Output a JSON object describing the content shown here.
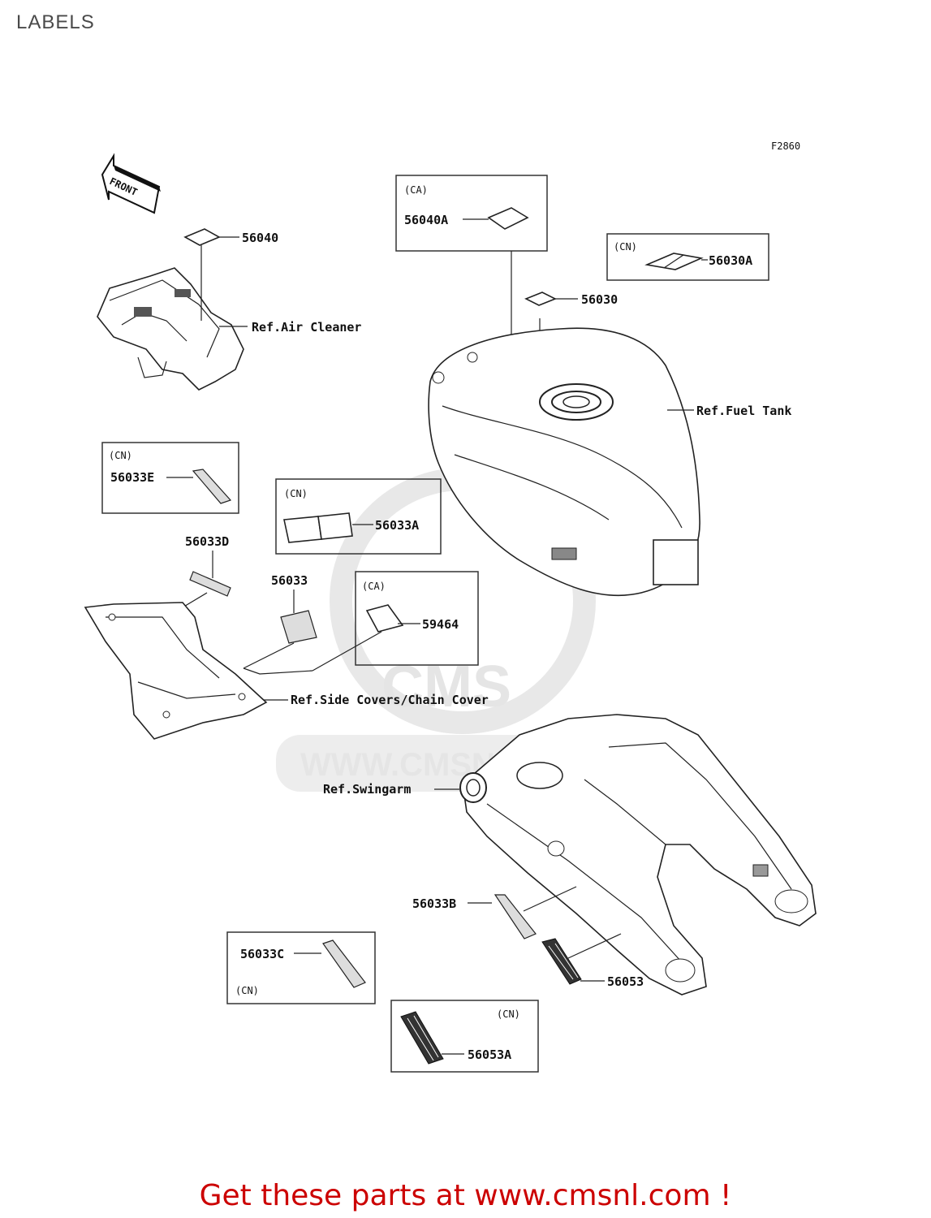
{
  "page": {
    "title": "LABELS",
    "figure_code": "F2860",
    "front_marker": "FRONT",
    "cta": "Get these parts at www.cmsnl.com !"
  },
  "watermark": {
    "brand": "CMS",
    "url": "WWW.CMSNL.COM"
  },
  "refs": {
    "air_cleaner": "Ref.Air Cleaner",
    "fuel_tank": "Ref.Fuel Tank",
    "side_covers": "Ref.Side Covers/Chain Cover",
    "swingarm": "Ref.Swingarm"
  },
  "parts": {
    "p56040": "56040",
    "p56040A": "56040A",
    "p56030A": "56030A",
    "p56030": "56030",
    "p56033E": "56033E",
    "p56033A": "56033A",
    "p56033D": "56033D",
    "p56033": "56033",
    "p59464": "59464",
    "p56033B": "56033B",
    "p56033C": "56033C",
    "p56053": "56053",
    "p56053A": "56053A"
  },
  "regions": {
    "ca": "(CA)",
    "cn": "(CN)"
  }
}
